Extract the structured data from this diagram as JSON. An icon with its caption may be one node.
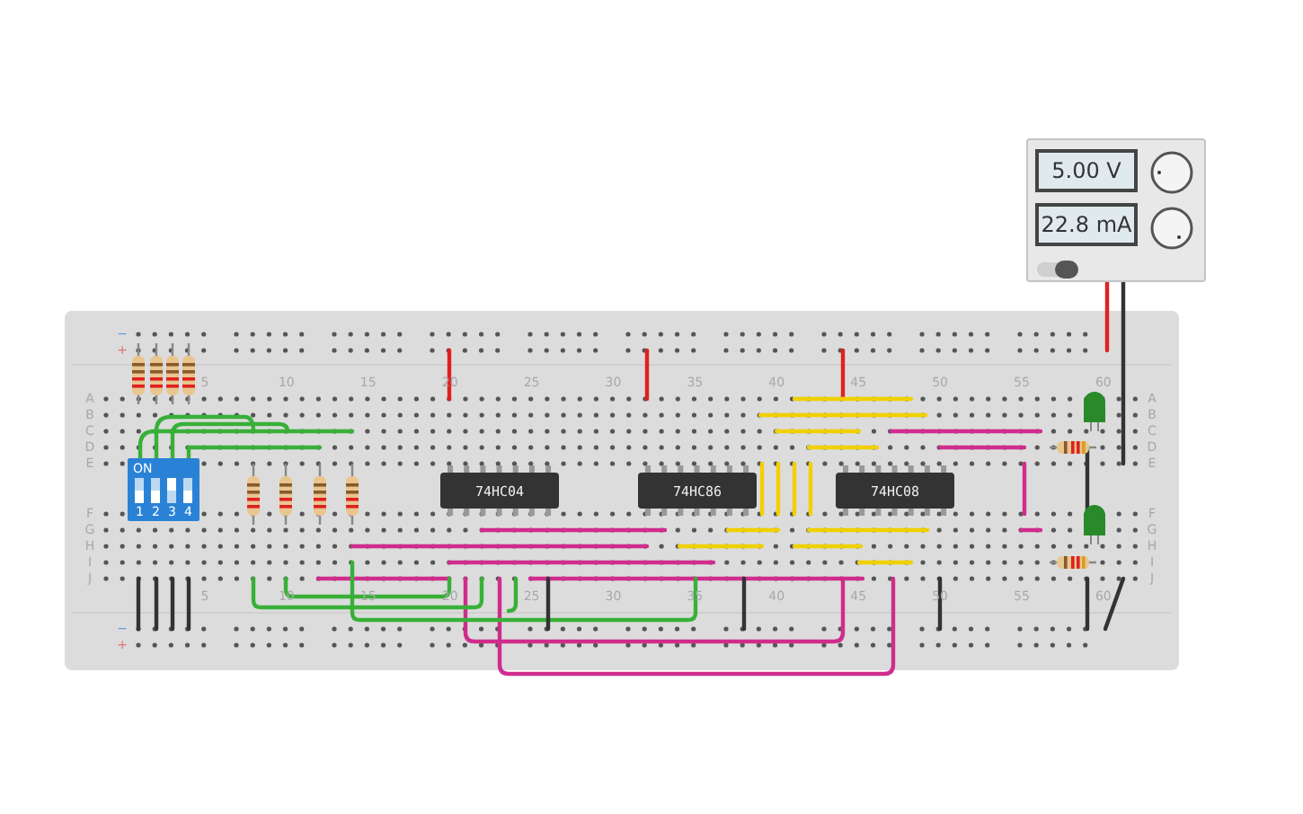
{
  "diagram": {
    "nodes": [
      {
        "text": [
          "5.00 V",
          "22.8 mA"
        ]
      },
      {
        "text": [
          "74HC04"
        ]
      },
      {
        "text": [
          "74HC86"
        ]
      },
      {
        "text": [
          "74HC08"
        ]
      },
      {
        "text": [
          "ON",
          "1",
          "2",
          "3",
          "4"
        ]
      }
    ],
    "labels": [
      "−",
      "+",
      "5",
      "10",
      "15",
      "20",
      "25",
      "30",
      "35",
      "40",
      "45",
      "50",
      "55",
      "60",
      "A",
      "B",
      "C",
      "D",
      "E",
      "F",
      "G",
      "H",
      "I",
      "J",
      "A",
      "B",
      "C",
      "D",
      "E",
      "F",
      "G",
      "H",
      "I",
      "J",
      "5",
      "10",
      "15",
      "20",
      "25",
      "30",
      "35",
      "40",
      "45",
      "50",
      "55",
      "60",
      "−",
      "+"
    ]
  }
}
